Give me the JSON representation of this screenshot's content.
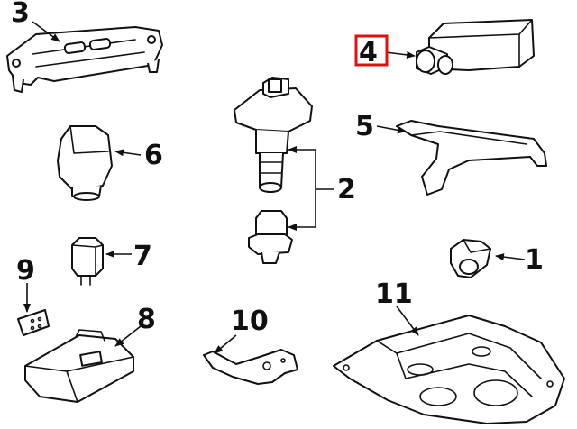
{
  "diagram": {
    "highlight_color": "#e01010",
    "selected_callout": "4",
    "callouts": {
      "c1": "1",
      "c2": "2",
      "c3": "3",
      "c4": "4",
      "c5": "5",
      "c6": "6",
      "c7": "7",
      "c8": "8",
      "c9": "9",
      "c10": "10",
      "c11": "11"
    }
  }
}
